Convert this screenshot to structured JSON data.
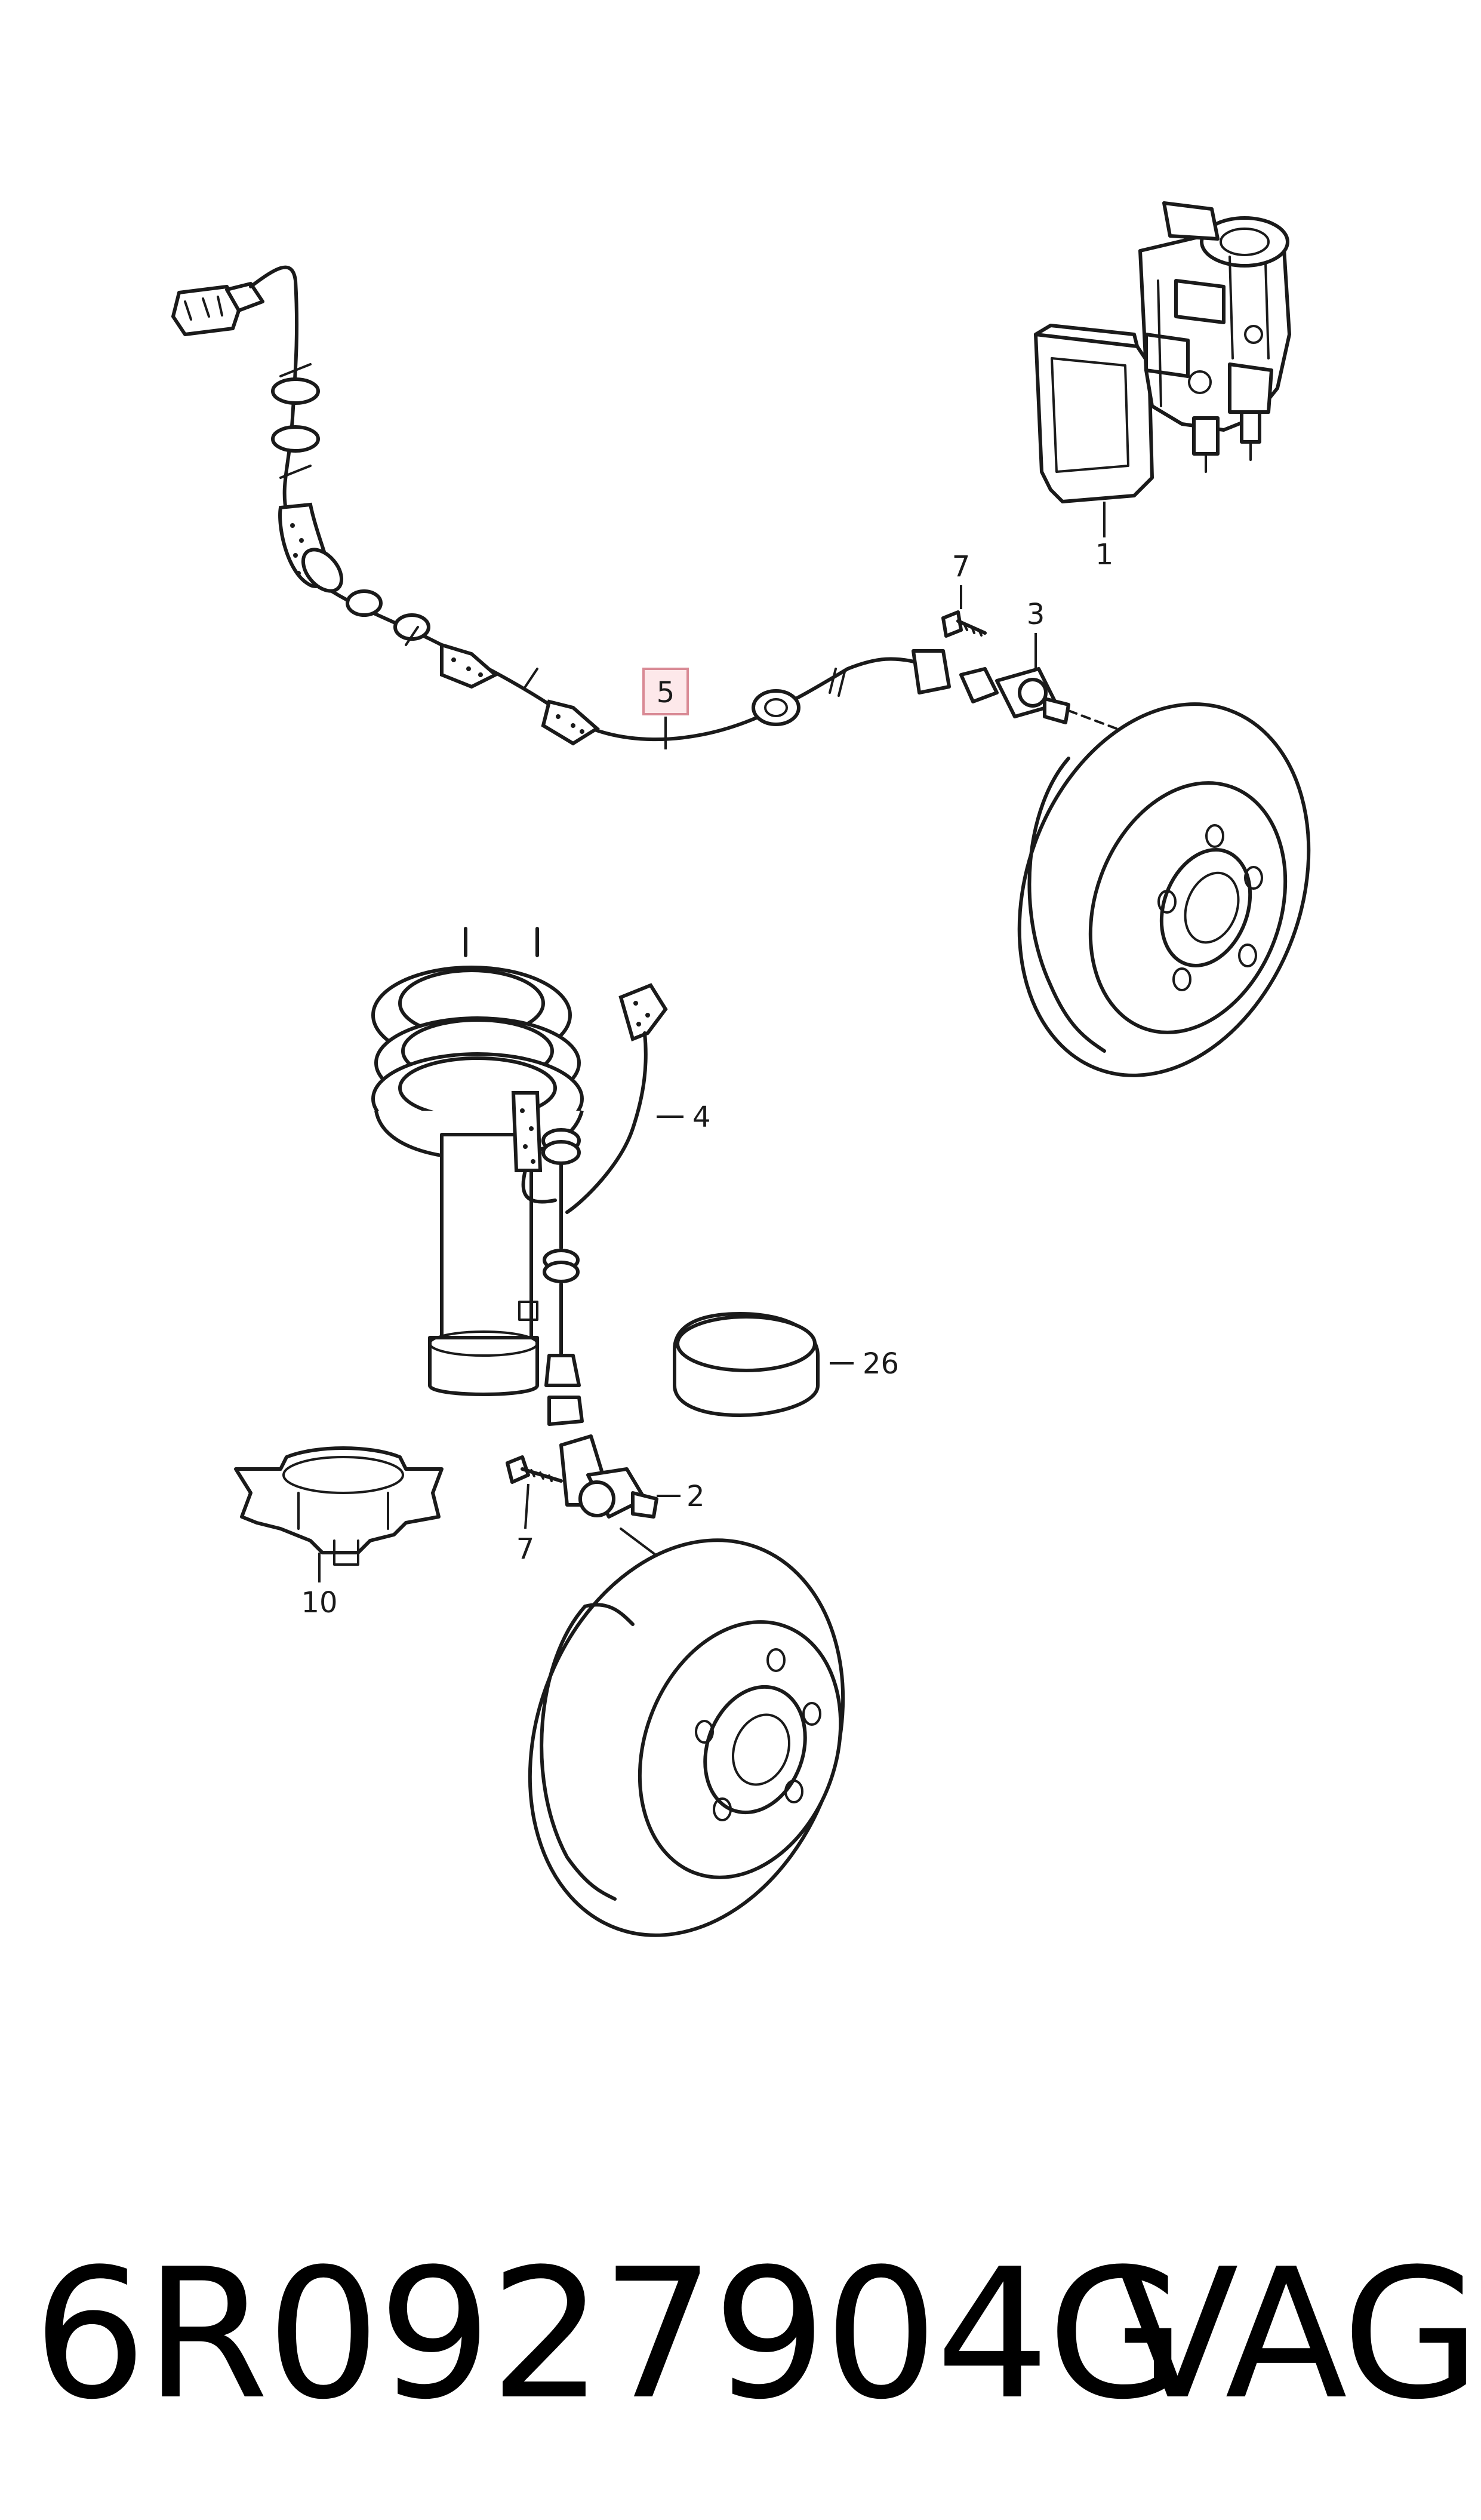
{
  "diagram": {
    "callouts": {
      "c1": "1",
      "c2": "2",
      "c3": "3",
      "c4": "4",
      "c5": "5",
      "c7_top": "7",
      "c7_bottom": "7",
      "c10": "10",
      "c26": "26"
    },
    "highlighted_callout": "5",
    "highlight_color": "#fde8ea"
  },
  "caption": {
    "part_number": "6R0927904G",
    "brand": "VAG"
  }
}
